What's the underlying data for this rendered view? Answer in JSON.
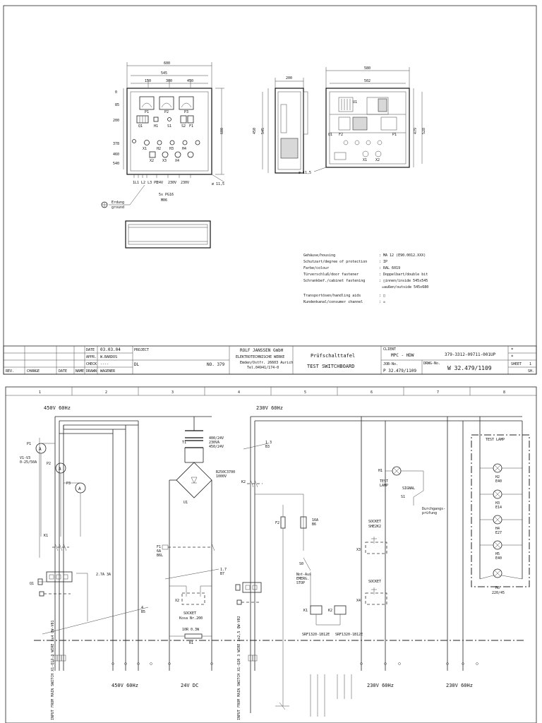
{
  "drawing": {
    "dims_front": {
      "w600": "600",
      "w545": "545",
      "h150": "150",
      "h300": "300",
      "h450": "450",
      "h600": "600"
    },
    "left_scale": [
      "0",
      "85",
      "200",
      "378",
      "460",
      "540"
    ],
    "dims_side": {
      "d200": "200",
      "h450": "450",
      "h545": "545"
    },
    "dims_back": {
      "w580": "580",
      "w502": "502",
      "h479": "479",
      "h528": "528"
    },
    "hole1": "ø 11,5",
    "hole2": "ø 11,5",
    "pg_note": "5x PG16",
    "pg_note2": "M06",
    "ground_label": "Erdung",
    "ground_label2": "ground",
    "meter_labels": [
      "P1",
      "P2",
      "P3"
    ],
    "front_row1": [
      "Q1",
      "H1",
      "S1",
      "S2",
      "F1"
    ],
    "front_row2": [
      "X1",
      "H2",
      "H3",
      "H4"
    ],
    "front_row3": [
      "X2",
      "X3",
      "X4"
    ],
    "bottom_terms": [
      "1L1 L2 L3 PE",
      "24V",
      "230V",
      "230V"
    ],
    "back_labels": [
      "U1",
      "F2",
      "P1",
      "Q1",
      "X1",
      "X2"
    ]
  },
  "specs": [
    {
      "label": "Gehäuse/housing",
      "value": ": MA 12 (E90.0012.XXX)"
    },
    {
      "label": "Schutzart/degree of protection",
      "value": ": IP"
    },
    {
      "label": "Farbe/colour",
      "value": ": RAL 6019"
    },
    {
      "label": "Türverschluß/door fastener",
      "value": ": Doppelbart/double bit"
    },
    {
      "label": "Schrankbef./cabinet fastening",
      "value": ": □innen/inside 545x545"
    },
    {
      "label": "",
      "value": "☒außen/outside 545x680"
    },
    {
      "label": "Transportösen/handling aids",
      "value": ": □"
    },
    {
      "label": "Kundenkanal/consumer channel",
      "value": ": ☒"
    }
  ],
  "title_block": {
    "rev": "REV.",
    "change": "CHANGE",
    "date": "DATE",
    "name": "NAME",
    "date_label": "DATE",
    "date_value": "03.03.04",
    "appr_label": "APPR.",
    "appr_value": "W.BARDOS",
    "check_label": "CHECK",
    "check_value": "----",
    "drawn_label": "DRAWN",
    "drawn_value": "WAGENER",
    "project_label": "PROJECT",
    "project_value": "DL",
    "project_no": "NO. 379",
    "company1": "ROLF JANSSEN GmbH",
    "company2": "ELEKTROTECHNISCHE WERKE",
    "company3": "Emden/Ostfr. 26603 Aurich",
    "company4": "Tel.04941/174-0",
    "title_de": "Prüfschalttafel",
    "title_en": "TEST SWITCHBOARD",
    "client_label": "CLIENT",
    "client_value": "MPC - HDW",
    "doc_code": "379-3312-09711-001UP",
    "job_label": "JOB-No.",
    "job_value": "P 32.479/1109",
    "dwg_label": "DRWG-No.",
    "dwg_value": "W 32.479/1109",
    "sheet_label": "SHEET",
    "sheet_value": "1",
    "sheets_value": "SH.",
    "star1": "*",
    "star2": "*"
  },
  "schematic": {
    "columns": [
      "1",
      "2",
      "3",
      "4",
      "5",
      "6",
      "7",
      "8"
    ],
    "v450": "450V 60Hz",
    "v230": "230V 60Hz",
    "meters": [
      "P1",
      "P2",
      "P3"
    ],
    "meter_note1": "V1-V3",
    "meter_note2": "0-25/50A",
    "k1": "K1",
    "q1": "Q1",
    "q1_note": "2.7A 3A",
    "t1": "T1",
    "t1_note1": "400/24V",
    "t1_note2": "230VA",
    "t1_note3": "450/24V",
    "u1": "U1",
    "u1_note1": "B250C3700",
    "u1_note2": "1000V",
    "f1": "F1",
    "f1_note1": "6A",
    "f1_note2": "B6L",
    "x2": "X2",
    "x2_socket": "SOCKET",
    "x2_note": "Kosa Nr.200",
    "r1_note": "10R 0.3W",
    "r1": "R1",
    "ref_17a": "1.7",
    "ref_17b": "B7",
    "ref_4": "4",
    "ref_4b": "B5",
    "ref_13a": "1.3",
    "ref_13b": "B3",
    "k2": "K2",
    "f2": "F2",
    "f2_note1": "16A",
    "f2_note2": "B6",
    "s0": "S0",
    "s0_note1": "Not-Aus",
    "s0_note2": "EMERG.",
    "s0_note3": "STOP",
    "k1b": "K1",
    "k2b": "K2",
    "k_note1": "SRF1320-1B12E",
    "k_note2": "SRF1320-1B12E",
    "x3_socket": "SOCKET",
    "x3_note": "SHE2K2",
    "x3": "X3",
    "x4_socket": "SOCKET",
    "x4": "X4",
    "h1": "H1",
    "h1_note1": "TEST",
    "h1_note2": "LAMP",
    "s1": "S1",
    "s1_note1": "Durchgangs-",
    "s1_note2": "prüfung",
    "s1_top": "SIGNAL",
    "test_lamp": "TEST LAMP",
    "lamps": [
      "H2",
      "H3",
      "H4",
      "H5"
    ],
    "lamp_notes": [
      "E40",
      "E14",
      "E27",
      "E40"
    ],
    "h6": "H6",
    "h6_note": "220/45",
    "bottom_v450": "450V 60Hz",
    "bottom_24v": "24V DC",
    "bottom_230a": "230V 60Hz",
    "bottom_230b": "230V 60Hz",
    "feed1": "INPUT FROM\nMAIN SWITCH X1-Q17\n3 WIRE 3x4\nQW-V01",
    "feed2": "INPUT FROM\nMAIN SWITCH X1-Q20\n3 WIRE 3x2,5\nQW-V02"
  }
}
